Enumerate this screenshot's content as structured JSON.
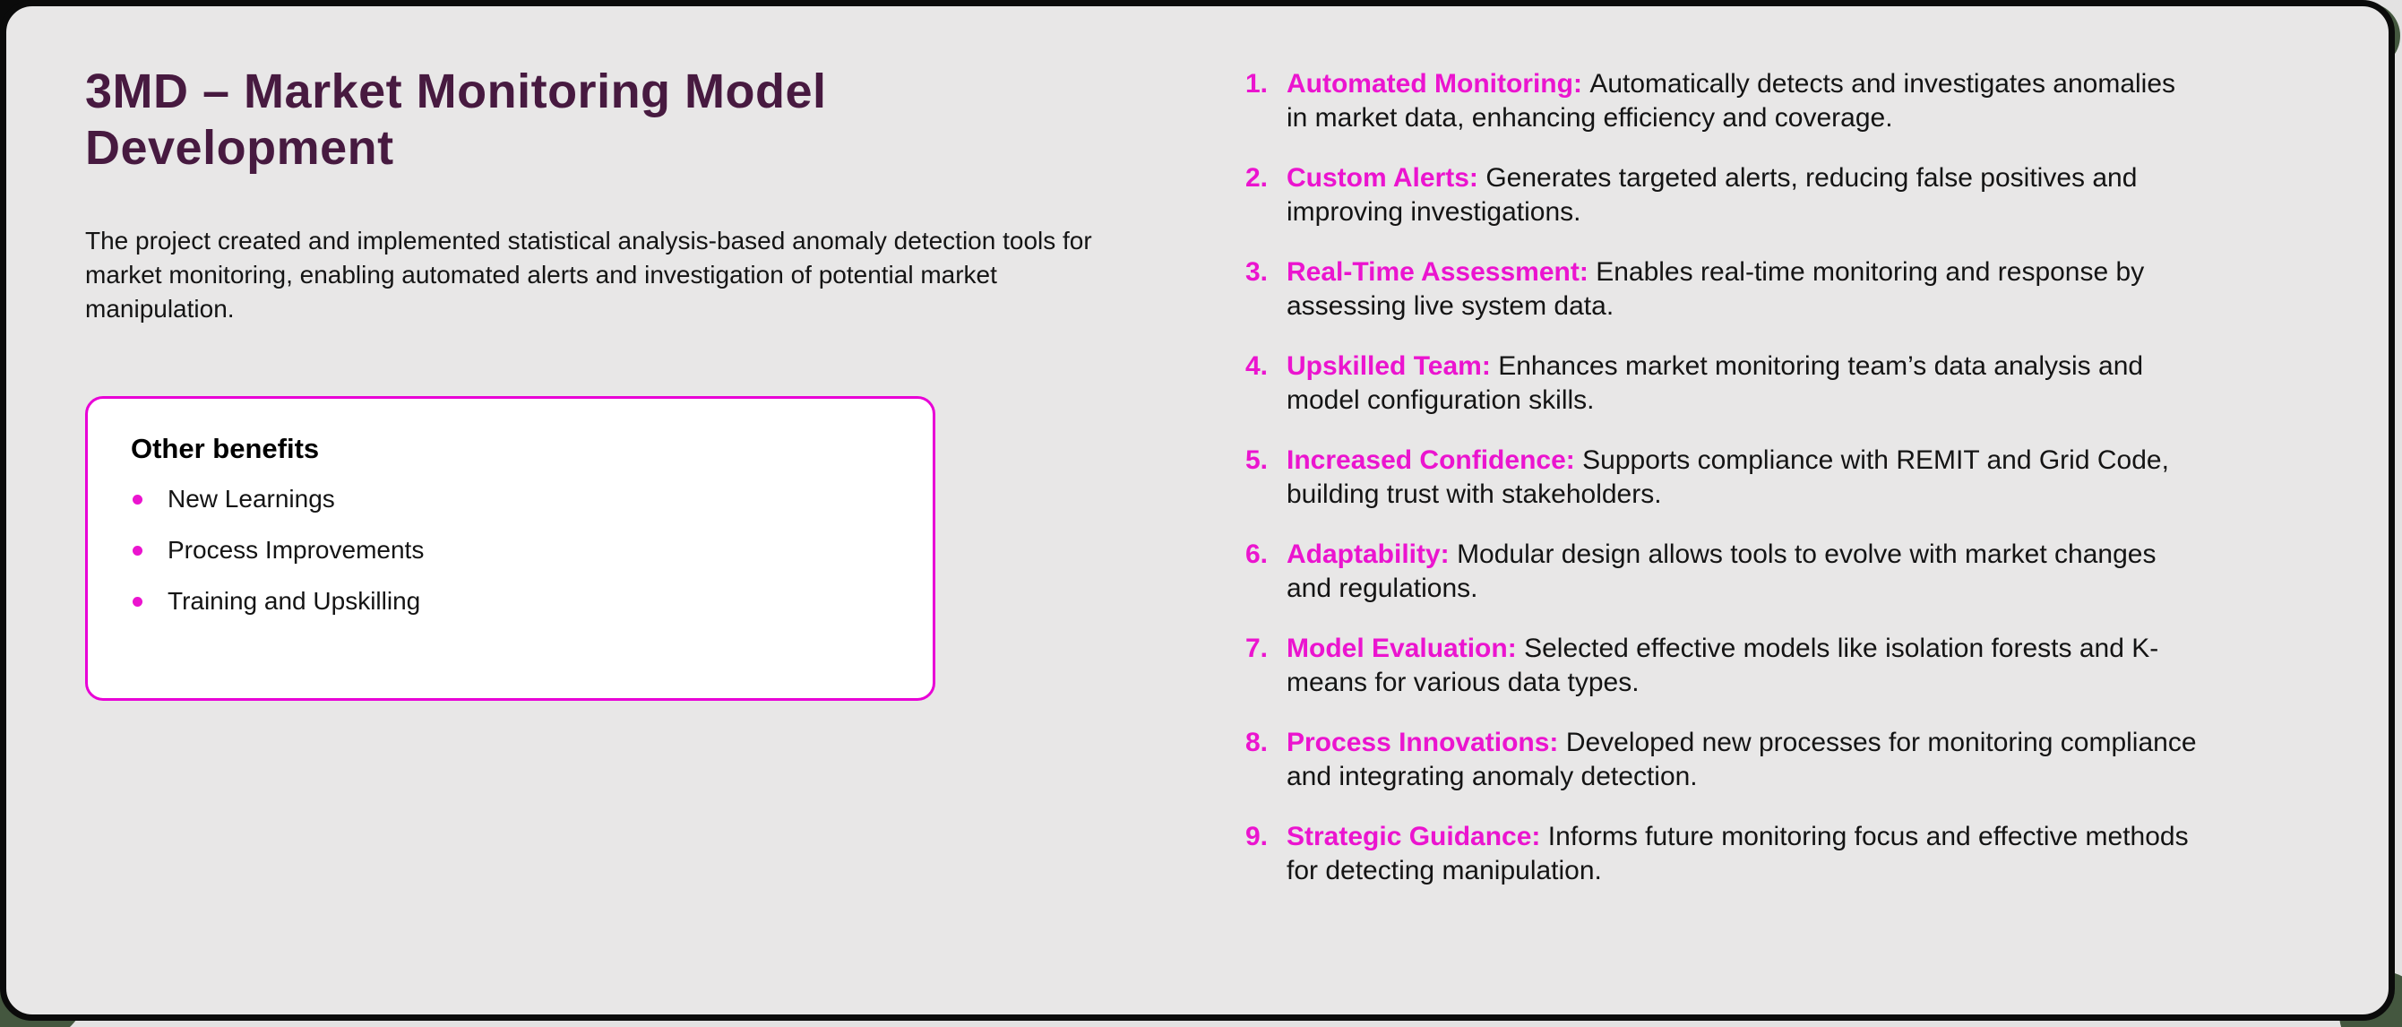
{
  "theme": {
    "accent_magenta": "#eb14cf",
    "box_border_magenta": "#e800d6",
    "title_plum": "#471a40",
    "card_gray": "#e8e7e7",
    "frame_black": "#0b0b0b",
    "backdrop_green": "#44573f",
    "body_text": "#141414"
  },
  "left": {
    "title": "3MD – Market Monitoring Model Development",
    "intro": "The project created and implemented statistical analysis-based anomaly detection tools for market monitoring, enabling automated alerts and investigation of potential market manipulation.",
    "benefits_box": {
      "title": "Other benefits",
      "items": [
        "New Learnings",
        "Process Improvements",
        "Training and Upskilling"
      ]
    }
  },
  "right": {
    "items": [
      {
        "num": "1.",
        "label": "Automated Monitoring:",
        "text": "Automatically detects and investigates anomalies in market data, enhancing efficiency and coverage."
      },
      {
        "num": "2.",
        "label": "Custom Alerts:",
        "text": "Generates targeted alerts, reducing false positives and improving investigations."
      },
      {
        "num": "3.",
        "label": "Real-Time Assessment:",
        "text": "Enables real-time monitoring and response by assessing live system data."
      },
      {
        "num": "4.",
        "label": "Upskilled Team:",
        "text": "Enhances market monitoring team’s data analysis and model configuration skills."
      },
      {
        "num": "5.",
        "label": "Increased Confidence:",
        "text": "Supports compliance with REMIT and Grid Code, building trust with stakeholders."
      },
      {
        "num": "6.",
        "label": "Adaptability:",
        "text": "Modular design allows tools to evolve with market changes and regulations."
      },
      {
        "num": "7.",
        "label": "Model Evaluation:",
        "text": "Selected effective models like isolation forests and K-means for various data types."
      },
      {
        "num": "8.",
        "label": "Process Innovations:",
        "text": "Developed new processes for monitoring compliance and integrating anomaly detection."
      },
      {
        "num": "9.",
        "label": "Strategic Guidance:",
        "text": "Informs future monitoring focus and effective methods for detecting manipulation."
      }
    ]
  }
}
